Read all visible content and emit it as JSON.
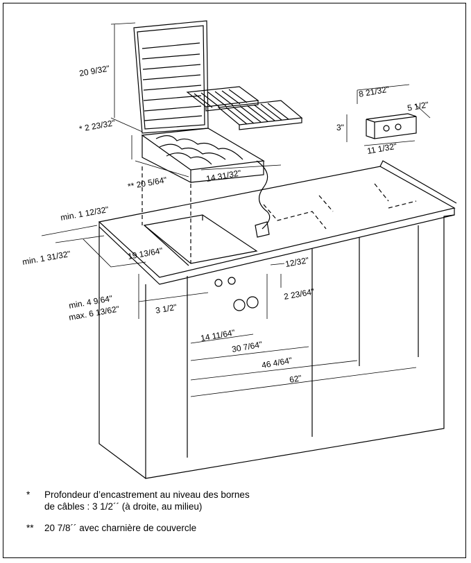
{
  "dimensions": {
    "lid_height": "20 9/32\"",
    "depth_star": "* 2 23/32\"",
    "width_2star": "** 20 5/64\"",
    "depth_front": "14 31/32\"",
    "box_top": "8 21/32\"",
    "box_height": "3\"",
    "box_depth": "5 1/2\"",
    "box_width": "11 1/32\"",
    "min_top": "min. 1 12/32\"",
    "min_left": "min. 1 31/32\"",
    "cutout_depth": "19 13/64\"",
    "knob_gap": "12/32\"",
    "min_height": "min. 4 9/64\"",
    "max_height": "max. 6 13/62\"",
    "knob_off": "3 1/2\"",
    "knob_spacing": "2 23/64\"",
    "w1": "14 11/64\"",
    "w2": "30 7/64\"",
    "w3": "46 4/64\"",
    "w4": "62\""
  },
  "notes": [
    {
      "mark": "*",
      "text": "Profondeur d’encastrement au niveau des bornes\nde câbles : 3 1/2´´ (à droite, au milieu)"
    },
    {
      "mark": "**",
      "text": "20 7/8´´ avec charnière de couvercle"
    }
  ]
}
